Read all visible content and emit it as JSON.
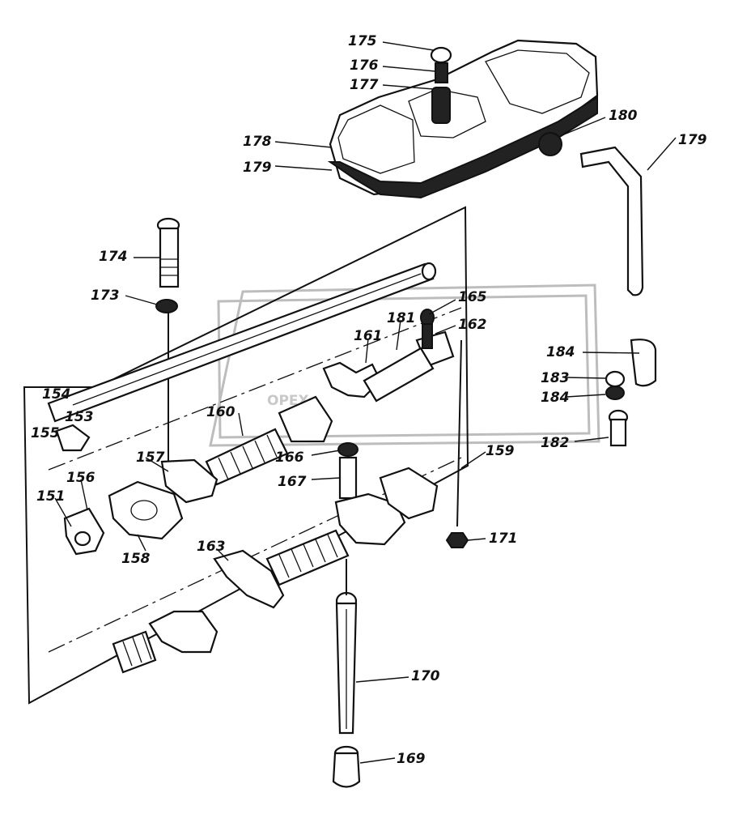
{
  "diagram": {
    "labels": [
      {
        "id": "p175",
        "text": "175"
      },
      {
        "id": "p176",
        "text": "176"
      },
      {
        "id": "p177",
        "text": "177"
      },
      {
        "id": "p178",
        "text": "178"
      },
      {
        "id": "p179",
        "text": "179"
      },
      {
        "id": "p180",
        "text": "180"
      },
      {
        "id": "p179b",
        "text": "179"
      },
      {
        "id": "p174",
        "text": "174"
      },
      {
        "id": "p173",
        "text": "173"
      },
      {
        "id": "p165",
        "text": "165"
      },
      {
        "id": "p161",
        "text": "161"
      },
      {
        "id": "p181",
        "text": "181"
      },
      {
        "id": "p162",
        "text": "162"
      },
      {
        "id": "p184",
        "text": "184"
      },
      {
        "id": "p183",
        "text": "183"
      },
      {
        "id": "p184b",
        "text": "184"
      },
      {
        "id": "p154",
        "text": "154"
      },
      {
        "id": "p153",
        "text": "153"
      },
      {
        "id": "p155",
        "text": "155"
      },
      {
        "id": "p160",
        "text": "160"
      },
      {
        "id": "p157",
        "text": "157"
      },
      {
        "id": "p166",
        "text": "166"
      },
      {
        "id": "p167",
        "text": "167"
      },
      {
        "id": "p159",
        "text": "159"
      },
      {
        "id": "p182",
        "text": "182"
      },
      {
        "id": "p151",
        "text": "151"
      },
      {
        "id": "p156",
        "text": "156"
      },
      {
        "id": "p158",
        "text": "158"
      },
      {
        "id": "p171",
        "text": "171"
      },
      {
        "id": "p163",
        "text": "163"
      },
      {
        "id": "p170",
        "text": "170"
      },
      {
        "id": "p169",
        "text": "169"
      }
    ],
    "watermark": "OPEX"
  }
}
